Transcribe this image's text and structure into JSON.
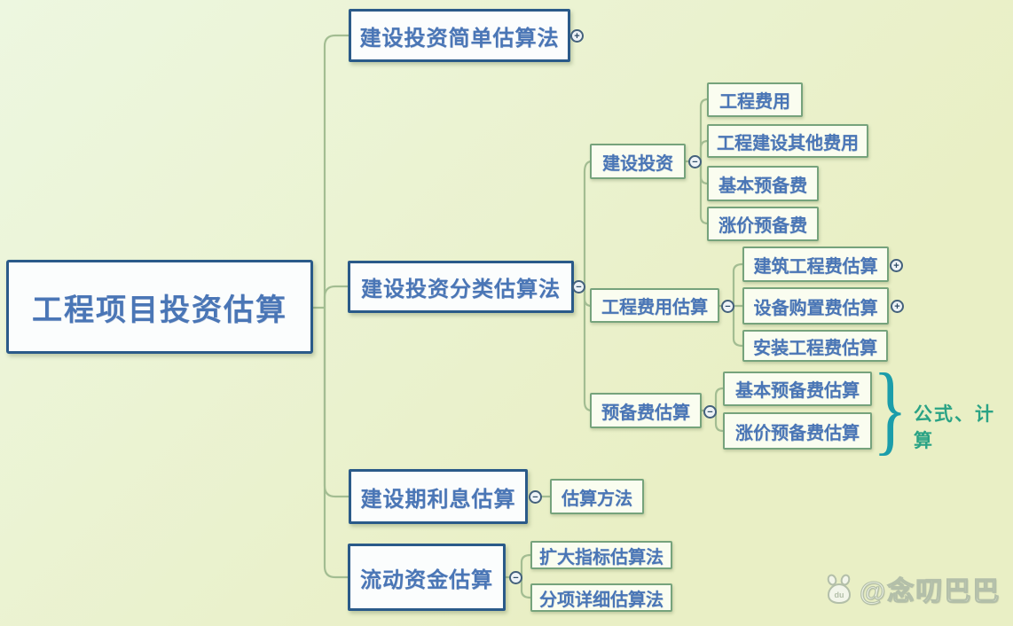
{
  "palette": {
    "bg-start": "#edf7e0",
    "bg-end": "#e9efc5",
    "line": "#a3bd92",
    "blue-border": "#2a5a89",
    "green-border": "#76a37c",
    "node-fill": "#fbfdfd",
    "green-fill": "#fafdf0",
    "text-blue": "#4a76b6",
    "teal": "#1b9daa",
    "note-green": "#2aa385",
    "watermark": "#b3bfa9"
  },
  "root": {
    "label": "工程项目投资估算"
  },
  "branches": {
    "simple": {
      "label": "建设投资简单估算法",
      "toggle": "+"
    },
    "classified": {
      "label": "建设投资分类估算法",
      "toggle": "−",
      "children": {
        "investment": {
          "label": "建设投资",
          "toggle": "−",
          "items": [
            "工程费用",
            "工程建设其他费用",
            "基本预备费",
            "涨价预备费"
          ]
        },
        "engineering": {
          "label": "工程费用估算",
          "toggle": "−",
          "items": [
            "建筑工程费估算",
            "设备购置费估算",
            "安装工程费估算"
          ],
          "item_toggles": [
            "+",
            "+"
          ]
        },
        "reserve": {
          "label": "预备费估算",
          "toggle": "−",
          "items": [
            "基本预备费估算",
            "涨价预备费估算"
          ],
          "brace_glyph": "}",
          "brace_note": "公式、计算"
        }
      }
    },
    "interest": {
      "label": "建设期利息估算",
      "toggle": "−",
      "items": [
        "估算方法"
      ]
    },
    "working_capital": {
      "label": "流动资金估算",
      "toggle": "−",
      "items": [
        "扩大指标估算法",
        "分项详细估算法"
      ]
    }
  },
  "watermark": {
    "icon": "baidu-paw-icon",
    "text": "@念叨巴巴"
  }
}
